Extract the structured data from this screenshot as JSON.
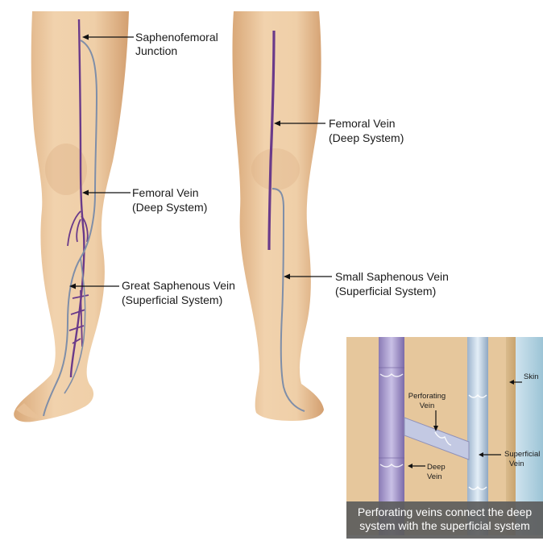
{
  "labels": {
    "saphenofemoral_l1": "Saphenofemoral",
    "saphenofemoral_l2": "Junction",
    "femoral_front_l1": "Femoral Vein",
    "femoral_front_l2": "(Deep System)",
    "great_saphenous_l1": "Great Saphenous Vein",
    "great_saphenous_l2": "(Superficial System)",
    "femoral_back_l1": "Femoral Vein",
    "femoral_back_l2": "(Deep System)",
    "small_saphenous_l1": "Small Saphenous Vein",
    "small_saphenous_l2": "(Superficial System)"
  },
  "inset": {
    "skin": "Skin",
    "perforating_l1": "Perforating",
    "perforating_l2": "Vein",
    "superficial_l1": "Superficial",
    "superficial_l2": "Vein",
    "deep_l1": "Deep",
    "deep_l2": "Vein",
    "caption_l1": "Perforating veins connect the deep",
    "caption_l2": "system with the superficial system"
  },
  "colors": {
    "skin": "#ecc9a0",
    "deep_vein": "#6a3a8a",
    "superficial_vein": "#7f8ea8",
    "caption_bg": "#5c5c5c"
  }
}
